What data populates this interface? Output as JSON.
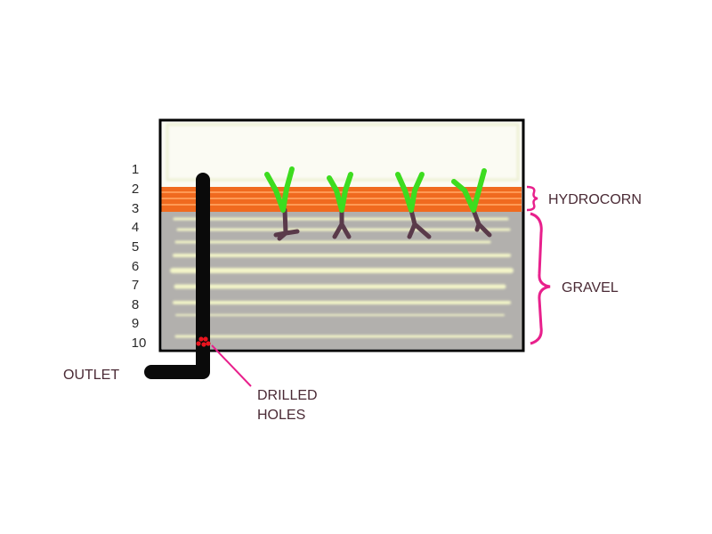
{
  "level_numbers": [
    "1",
    "2",
    "3",
    "4",
    "5",
    "6",
    "7",
    "8",
    "9",
    "10"
  ],
  "labels": {
    "hydrocorn": "HYDROCORN",
    "gravel": "GRAVEL",
    "outlet": "OUTLET",
    "drilled_holes_line1": "DRILLED",
    "drilled_holes_line2": "HOLES"
  },
  "plant_count": 4,
  "colors": {
    "tank_outline": "#000000",
    "gravel": "#b2b0ad",
    "gravel_stripes": "#f3f5c8",
    "hydrocorn": "#f06a1f",
    "hydrocorn_stripes": "#ff9a55",
    "pipe": "#0a0a0a",
    "drilled_holes": "#e8141e",
    "brace": "#e8208c",
    "pointer_line": "#e8208c",
    "leaves": "#3ddc1f",
    "roots": "#5a3a4a",
    "top_space": "#fbfbf3",
    "label_text": "#4a2a35"
  }
}
